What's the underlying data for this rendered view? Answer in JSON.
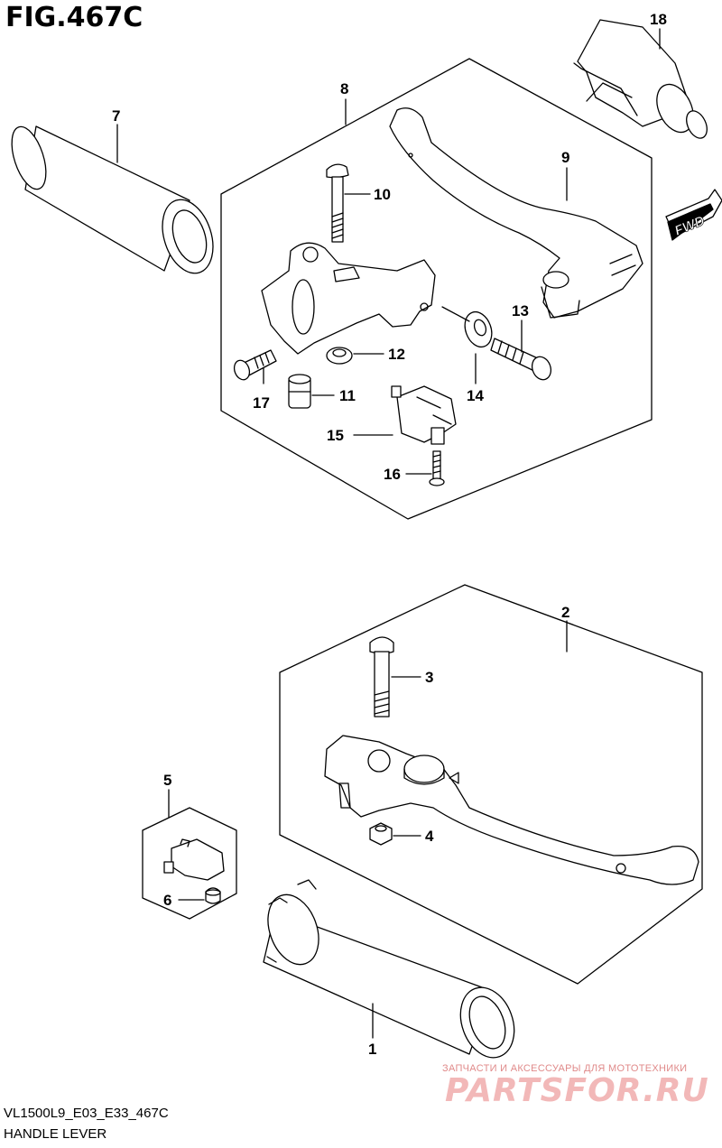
{
  "figure": {
    "title": "FIG.467C",
    "code": "VL1500L9_E03_E33_467C",
    "caption": "HANDLE LEVER"
  },
  "direction_tag": "FWD",
  "callouts": {
    "c1": "1",
    "c2": "2",
    "c3": "3",
    "c4": "4",
    "c5": "5",
    "c6": "6",
    "c7": "7",
    "c8": "8",
    "c9": "9",
    "c10": "10",
    "c11": "11",
    "c12": "12",
    "c13": "13",
    "c14": "14",
    "c15": "15",
    "c16": "16",
    "c17": "17",
    "c18": "18"
  },
  "watermark": {
    "tagline": "ЗАПЧАСТИ И АКСЕССУАРЫ ДЛЯ МОТОТЕХНИКИ",
    "brand": "PARTSFOR.RU"
  },
  "colors": {
    "line": "#000000",
    "fill": "#ffffff",
    "watermark": "#f2b8b8"
  }
}
